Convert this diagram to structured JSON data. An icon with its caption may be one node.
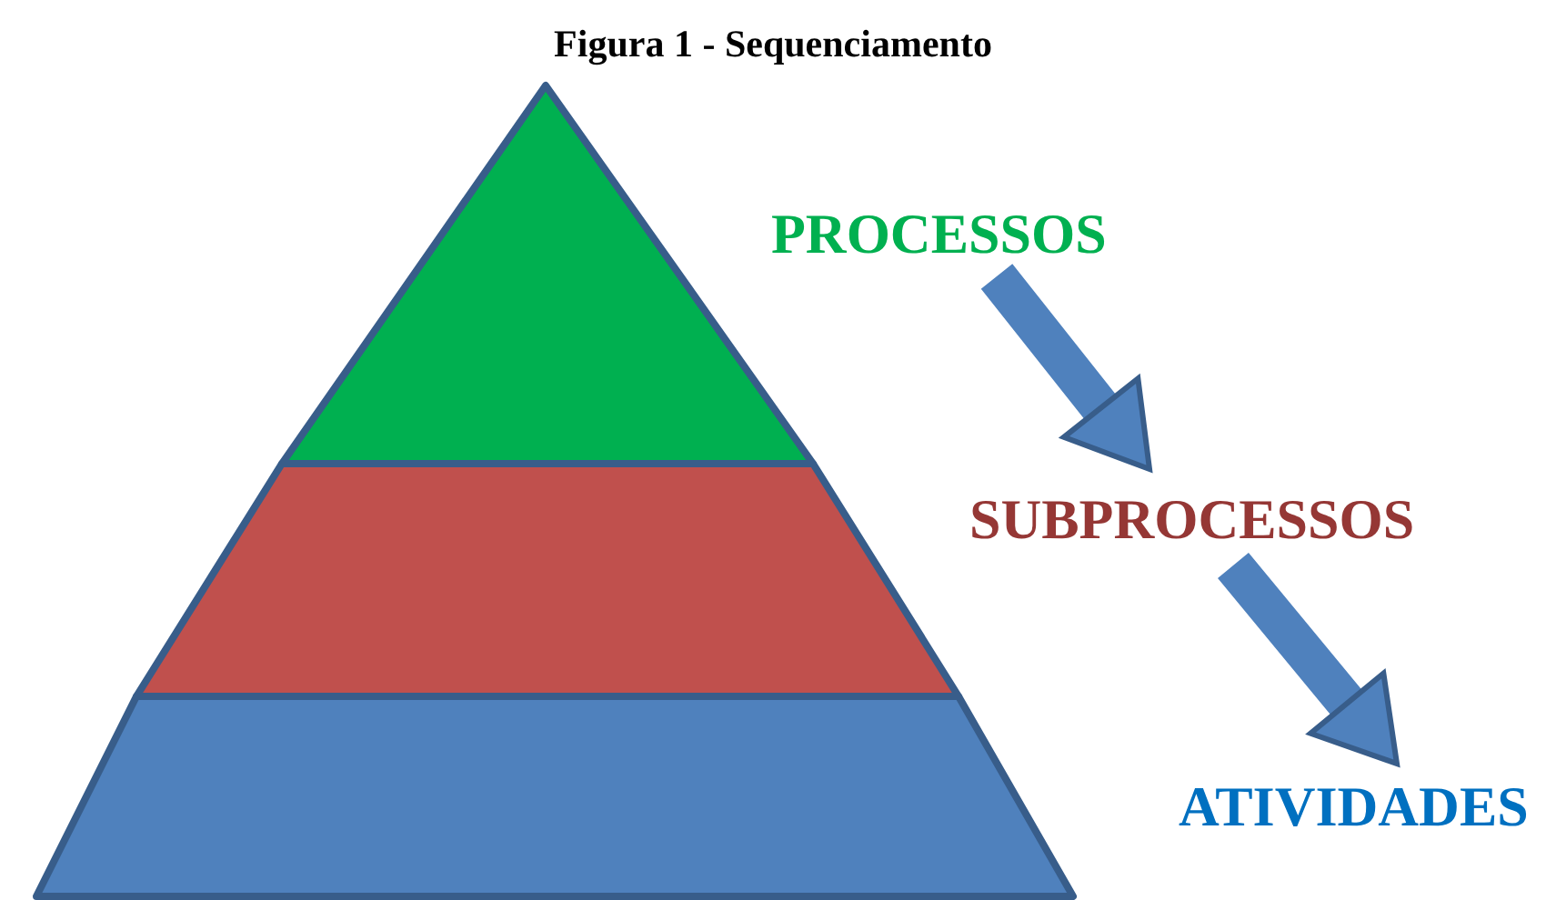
{
  "diagram": {
    "title": "Figura 1 - Sequenciamento",
    "nodes": [
      {
        "text": [
          "PROCESSOS"
        ]
      },
      {
        "text": [
          "SUBPROCESSOS"
        ]
      },
      {
        "text": [
          "ATIVIDADES"
        ]
      }
    ],
    "edges": [
      {
        "from": 0,
        "to": 1,
        "arrow": "to"
      },
      {
        "from": 1,
        "to": 2,
        "arrow": "to"
      }
    ]
  }
}
